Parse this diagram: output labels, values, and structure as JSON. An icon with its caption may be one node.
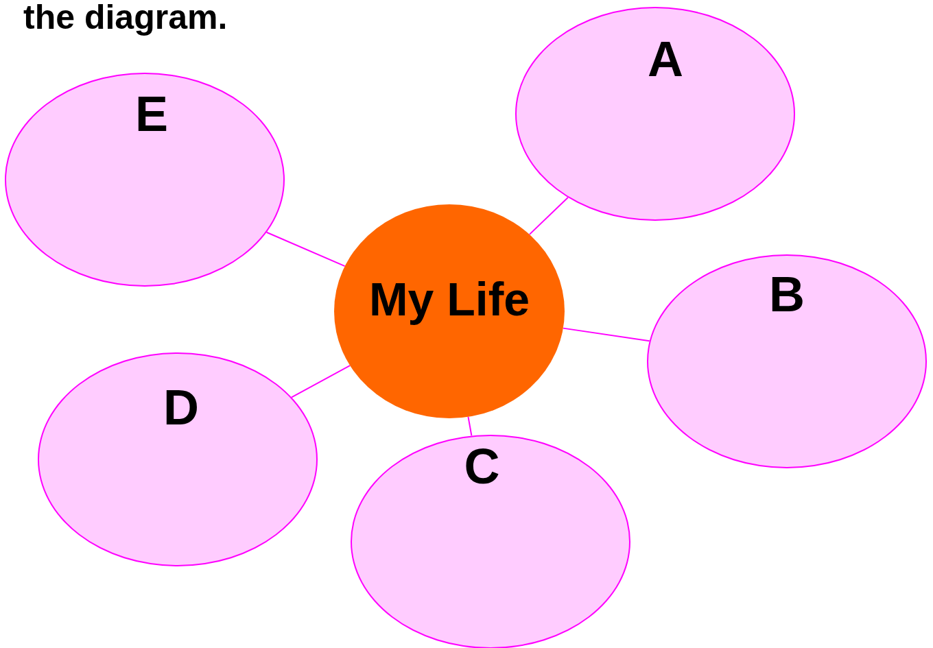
{
  "diagram": {
    "title": "the diagram.",
    "nodes": [
      {
        "text": [
          "My Life"
        ]
      },
      {
        "text": [
          "A"
        ]
      },
      {
        "text": [
          "B"
        ]
      },
      {
        "text": [
          "C"
        ]
      },
      {
        "text": [
          "D"
        ]
      },
      {
        "text": [
          "E"
        ]
      }
    ],
    "edges": [
      {
        "from": 0,
        "to": 1,
        "arrow": "none"
      },
      {
        "from": 0,
        "to": 2,
        "arrow": "none"
      },
      {
        "from": 0,
        "to": 3,
        "arrow": "none"
      },
      {
        "from": 0,
        "to": 4,
        "arrow": "none"
      },
      {
        "from": 0,
        "to": 5,
        "arrow": "none"
      }
    ]
  }
}
